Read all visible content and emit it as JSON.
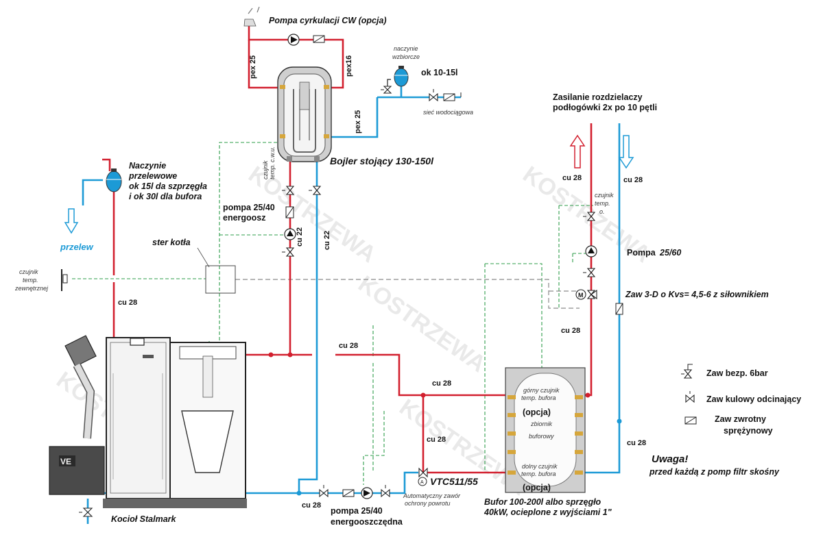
{
  "diagram": {
    "labels": {
      "pompa_cyrkulacji": "Pompa cyrkulacji CW (opcja)",
      "naczynie_wzbiorcze_1": "naczynie",
      "naczynie_wzbiorcze_2": "wzbiorcze",
      "ok_10_15": "ok 10-15l",
      "pex25_top": "pex 25",
      "pex16": "pex16",
      "pex25_side": "pex 25",
      "siec": "sieć wodociągowa",
      "zasilanie_1": "Zasilanie rozdzielaczy",
      "zasilanie_2": "podłogówki 2x po 10 pętli",
      "naczynie_przel_1": "Naczynie",
      "naczynie_przel_2": "przelewowe",
      "naczynie_przel_3": "ok 15l da szprzęgła",
      "naczynie_przel_4": "i ok 30l dla bufora",
      "czujnik_cwu_1": "czujnik",
      "czujnik_cwu_2": "temp. c.w.u.",
      "bojler": "Bojler stojący 130-150l",
      "cu28_zas_left": "cu 28",
      "cu28_zas_right": "cu 28",
      "czujnik_o_1": "czujnik",
      "czujnik_o_2": "temp.",
      "czujnik_o_3": "o.",
      "pompa_2540_top_1": "pompa 25/40",
      "pompa_2540_top_2": "energoosz",
      "cu22_left": "cu 22",
      "cu22_right": "cu 22",
      "przelew": "przelew",
      "ster_kotla": "ster kotła",
      "pompa_2560_a": "Pompa",
      "pompa_2560_b": "25/60",
      "czujnik_zew_1": "czujnik",
      "czujnik_zew_2": "temp.",
      "czujnik_zew_3": "zewnętrznej",
      "zaw3d": "Zaw 3-D o  Kvs= 4,5-6 z siłownikiem",
      "cu28_kotel": "cu 28",
      "cu28_right_mid": "cu 28",
      "cu28_top_line": "cu 28",
      "cu28_bufor_top": "cu 28",
      "cu28_vertical": "cu 28",
      "cu28_bottom_left": "cu 28",
      "cu28_right_low": "cu 28",
      "gorny_czujnik_1": "górny czujnik",
      "gorny_czujnik_2": "temp. bufora",
      "opcja_top": "(opcja)",
      "zbiornik_1": "zbiornik",
      "zbiornik_2": "buforowy",
      "dolny_czujnik_1": "dolny czujnik",
      "dolny_czujnik_2": "temp. bufora",
      "opcja_bottom": "(opcja)",
      "vtc": "VTC511/55",
      "auto_zawor_1": "Automatyczny zawór",
      "auto_zawor_2": "ochrony powrotu",
      "pompa_2540_bot_1": "pompa 25/40",
      "pompa_2540_bot_2": "energooszczędna",
      "bufor_1": "Bufor 100-200l albo sprzęgło",
      "bufor_2": "40kW, ocieplone z wyjściami 1\"",
      "kociol": "Kocioł Stalmark",
      "uwaga_1": "Uwaga!",
      "uwaga_2": "przed każdą z pomp filtr skośny",
      "boiler_brand": "VE",
      "watermark": "KOSTRZEWA"
    },
    "legend": {
      "items": [
        {
          "icon": "safety-valve-icon",
          "label": "Zaw bezp. 6bar"
        },
        {
          "icon": "ball-valve-icon",
          "label": "Zaw kulowy odcinający"
        },
        {
          "icon": "check-valve-icon",
          "label_1": "Zaw zwrotny",
          "label_2": "sprężynowy"
        }
      ]
    },
    "colors": {
      "supply": "#d21f2e",
      "return": "#1c9ad6",
      "sensor_wiring": "#2e9d4a",
      "control_wiring": "#8a8a8a"
    }
  }
}
